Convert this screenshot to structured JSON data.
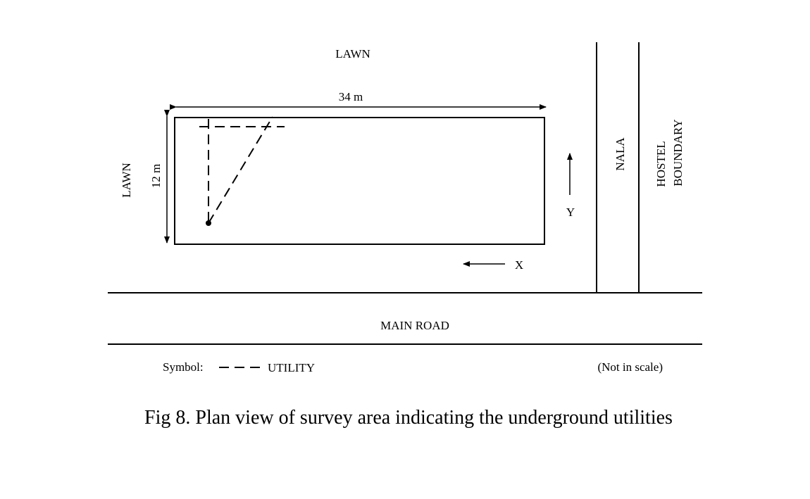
{
  "labels": {
    "lawn_top": "LAWN",
    "lawn_left": "LAWN",
    "dim_width": "34 m",
    "dim_height": "12 m",
    "nala": "NALA",
    "hostel_line1": "HOSTEL",
    "hostel_line2": "BOUNDARY",
    "axis_x": "X",
    "axis_y": "Y",
    "main_road": "MAIN ROAD"
  },
  "legend": {
    "symbol_label": "Symbol:",
    "utility_label": "UTILITY",
    "scale_note": "(Not in scale)"
  },
  "caption": "Fig 8. Plan view of survey area indicating the underground utilities"
}
